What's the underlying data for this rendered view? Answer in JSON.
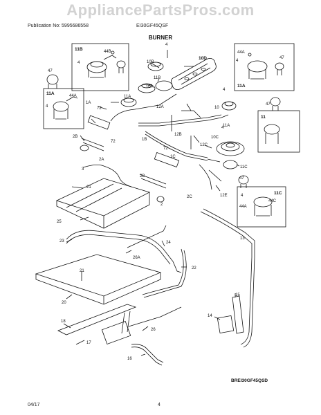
{
  "watermark": "AppliancePartsPros.com",
  "header": {
    "publication": "Publication No: 5995686558",
    "model": "EI30GF45QSF"
  },
  "section_title": "BURNER",
  "model_code": "BREI30GF45QSD",
  "footer": {
    "date": "04/17",
    "page": "4"
  },
  "part_labels": {
    "p4": "4",
    "p10d": "10D",
    "p10b": "10B",
    "p11b_mid": "11B",
    "p10a": "10A",
    "p11a_mid": "11A",
    "p12a": "12A",
    "p11b_box": "11B",
    "p44b": "44B",
    "p47_tl": "47",
    "p4_tl": "4",
    "p11a_box": "11A",
    "p44a_l": "44A",
    "p4_l": "4",
    "p44a_r": "44A",
    "p4_r": "4",
    "p47_r": "47",
    "p11a_rbox": "11A",
    "p1a": "1A",
    "p72_a": "72",
    "p2b_a": "2B",
    "p72_b": "72",
    "p2a": "2A",
    "p3": "3",
    "p1b": "1B",
    "p12b": "12B",
    "p72_c": "72",
    "p1c": "1C",
    "p12c": "12C",
    "p10c": "10C",
    "p4_mid": "4",
    "p10_r": "10",
    "p4_r2": "4",
    "p11c_mid": "11C",
    "p11_r": "11",
    "p47_r2": "47",
    "p11c_box": "11C",
    "p47_r3": "47",
    "p44c": "44C",
    "p44a_rb": "44A",
    "p4_rb": "4",
    "p2b_b": "2B",
    "p2c": "2C",
    "p12e": "12E",
    "p21_a": "21",
    "p25": "25",
    "p13": "13",
    "p23": "23",
    "p24": "24",
    "p26a": "26A",
    "p22": "22",
    "p21_b": "21",
    "p20": "20",
    "p15": "15",
    "p14": "14",
    "p18": "18",
    "p26": "26",
    "p17": "17",
    "p16": "16",
    "p11a_r2": "11A",
    "p2": "2"
  }
}
